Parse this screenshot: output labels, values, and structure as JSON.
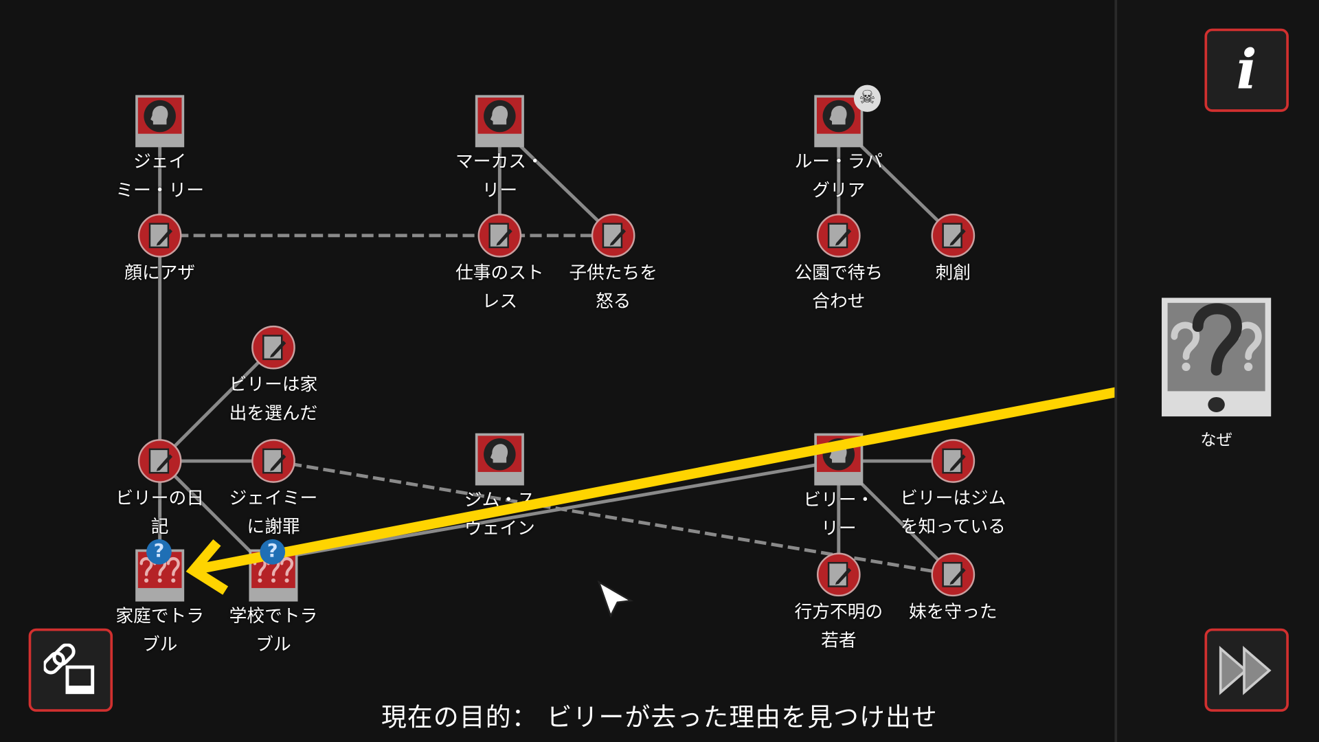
{
  "objective": {
    "prefix": "現在の目的：",
    "text": "ビリーが去った理由を見つけ出せ"
  },
  "sidebar": {
    "info_button": "info-icon",
    "why_card_label": "なぜ",
    "next_button": "fast-forward-icon"
  },
  "link_button": "link-icon",
  "nodes": {
    "jamie": {
      "label": "ジェイ\nミー・リー",
      "type": "person"
    },
    "face_bruise": {
      "label": "顔にアザ",
      "type": "note"
    },
    "marcus": {
      "label": "マーカス・\nリー",
      "type": "person"
    },
    "work_stress": {
      "label": "仕事のスト\nレス",
      "type": "note"
    },
    "scold_children": {
      "label": "子供たちを\n怒る",
      "type": "note"
    },
    "lou": {
      "label": "ルー・ラパ\nグリア",
      "type": "person",
      "badge": "skull"
    },
    "park_meeting": {
      "label": "公園で待ち\n合わせ",
      "type": "note"
    },
    "stab_wound": {
      "label": "刺創",
      "type": "note"
    },
    "billy_chose": {
      "label": "ビリーは家\n出を選んだ",
      "type": "note"
    },
    "billy_diary": {
      "label": "ビリーの日\n記",
      "type": "note"
    },
    "jamie_apology": {
      "label": "ジェイミー\nに謝罪",
      "type": "note"
    },
    "jim": {
      "label": "ジム・ス\nウェイン",
      "type": "person"
    },
    "billy": {
      "label": "ビリー・\nリー",
      "type": "person"
    },
    "billy_knows_jim": {
      "label": "ビリーはジム\nを知っている",
      "type": "note"
    },
    "missing_youth": {
      "label": "行方不明の\n若者",
      "type": "note"
    },
    "protected_sister": {
      "label": "妹を守った",
      "type": "note"
    },
    "trouble_home": {
      "label": "家庭でトラ\nブル",
      "type": "question",
      "badge": "?"
    },
    "trouble_school": {
      "label": "学校でトラ\nブル",
      "type": "question",
      "badge": "?"
    }
  },
  "colors": {
    "accent_red": "#b52226",
    "arrow_yellow": "#ffd400",
    "badge_blue": "#1f6fb5"
  }
}
